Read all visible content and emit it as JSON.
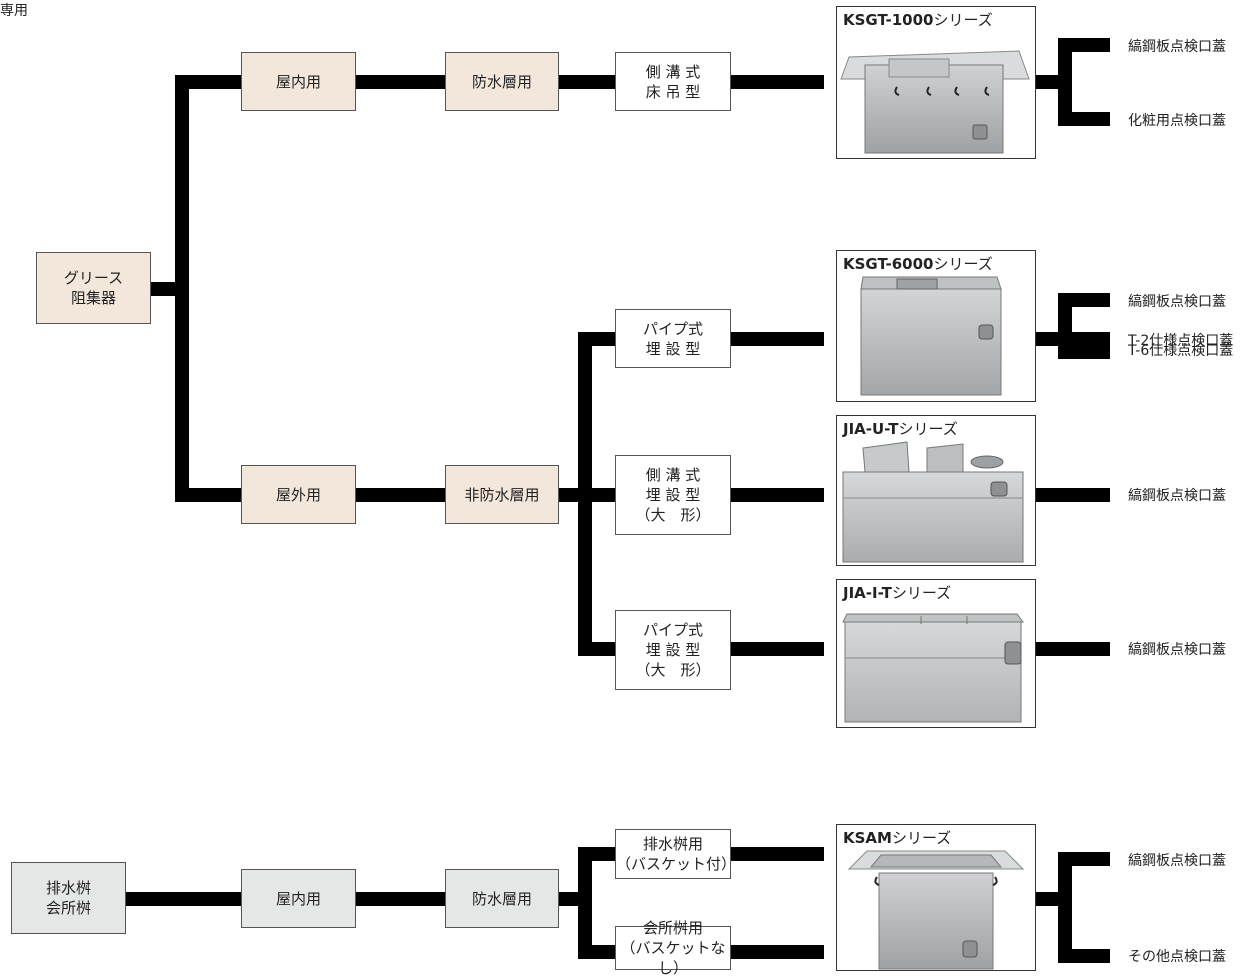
{
  "corner_text": "専用",
  "nodes": {
    "grease_trap": "グリース\n阻集器",
    "indoor": "屋内用",
    "waterproof": "防水層用",
    "side_ditch_ceiling": "側 溝 式\n床 吊 型",
    "outdoor": "屋外用",
    "non_waterproof": "非防水層用",
    "pipe_buried": "パイプ式\n埋 設 型",
    "side_ditch_buried_large": "側 溝 式\n埋 設 型\n（大　形）",
    "pipe_buried_large": "パイプ式\n埋 設 型\n（大　形）",
    "drain_basin": "排水桝\n会所桝",
    "indoor2": "屋内用",
    "waterproof2": "防水層用",
    "drain_basin_use": "排水桝用\n（バスケット付）",
    "junction_basin_use": "会所桝用\n（バスケットなし）"
  },
  "products": {
    "ksgt1000": {
      "code": "KSGT-1000",
      "suffix": "シリーズ"
    },
    "ksgt6000": {
      "code": "KSGT-6000",
      "suffix": "シリーズ"
    },
    "jiaut": {
      "code": "JIA-U-T",
      "suffix": "シリーズ"
    },
    "jiait": {
      "code": "JIA-I-T",
      "suffix": "シリーズ"
    },
    "ksam": {
      "code": "KSAM",
      "suffix": "シリーズ"
    }
  },
  "lids": {
    "ksgt1000": [
      "縞鋼板点検口蓋",
      "化粧用点検口蓋"
    ],
    "ksgt6000": [
      "縞鋼板点検口蓋",
      "T-2仕様点検口蓋",
      "T-6仕様点検口蓋"
    ],
    "jiaut": [
      "縞鋼板点検口蓋"
    ],
    "jiait": [
      "縞鋼板点検口蓋"
    ],
    "ksam": [
      "縞鋼板点検口蓋",
      "その他点検口蓋"
    ]
  },
  "colors": {
    "line": "#000000",
    "node_beige": "#f3e7dc",
    "node_grey": "#e5e7e6",
    "steel": "#b9bcbd"
  }
}
